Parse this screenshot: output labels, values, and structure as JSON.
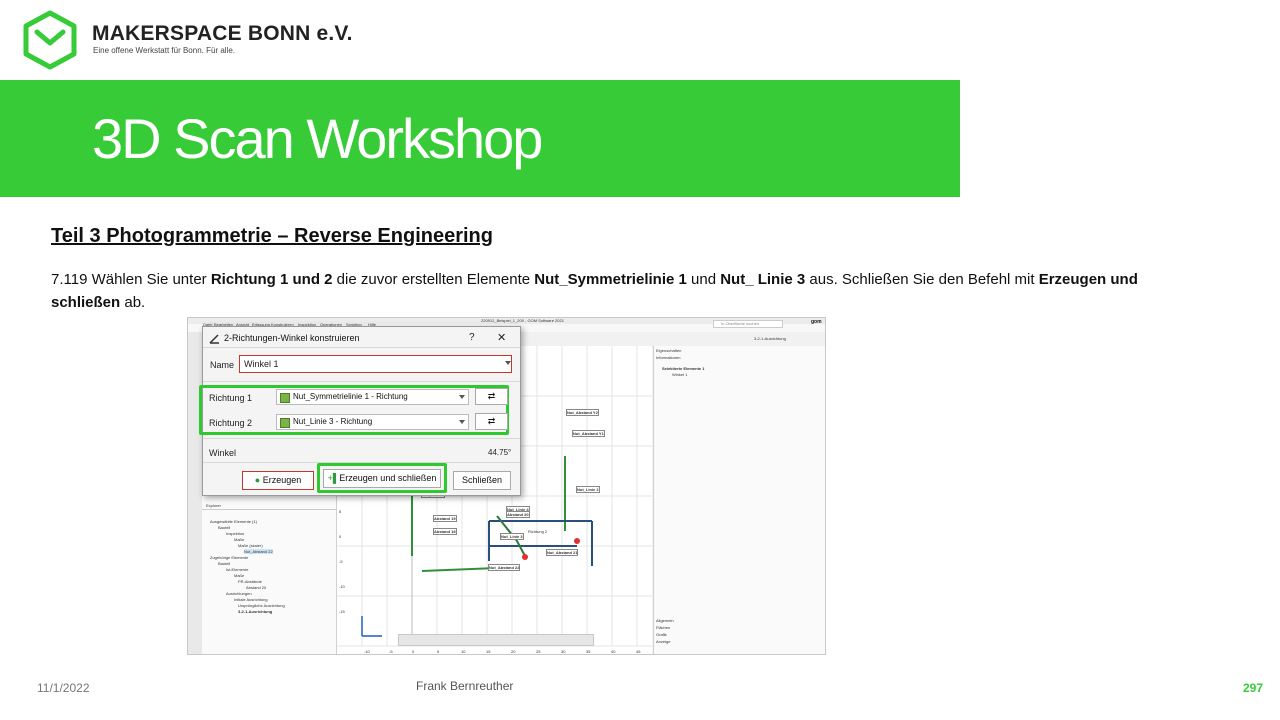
{
  "header": {
    "org_name": "MAKERSPACE BONN e.V.",
    "org_tagline": "Eine offene Werkstatt für Bonn. Für alle."
  },
  "banner": {
    "title": "3D Scan Workshop"
  },
  "section": {
    "heading": "Teil 3  Photogrammetrie  – Reverse Engineering"
  },
  "instruction": {
    "num": "7.119 Wählen Sie unter ",
    "b1": "Richtung 1 und 2",
    "t2": " die zuvor erstellten Elemente ",
    "b2": "Nut_Symmetrielinie 1",
    "t3": " und ",
    "b3": "Nut_ Linie 3",
    "t4": " aus. Schließen Sie den Befehl mit ",
    "b4": "Erzeugen und schließen",
    "t5": " ab."
  },
  "screenshot": {
    "window_title": "220912_Beispiel_1_200 - GOM Software 2021",
    "menu": [
      "Datei",
      "Bearbeiten",
      "Ansicht",
      "Erfassung",
      "Konstruieren",
      "Inspektion",
      "Operationen",
      "Scripting",
      "Hilfe"
    ],
    "search_placeholder": "In Oberfläche suchen",
    "brand": "gom",
    "alignment_label": "3-2-1-Ausrichtung",
    "right_panel_tabs": [
      "Eigenschaften",
      "Informationen"
    ],
    "right_tree": [
      "Selektierte Elemente 1",
      "Winkel 1"
    ],
    "right_bottom": [
      "Allgemein",
      "Flächen",
      "Grafik",
      "Anzeige"
    ],
    "explorer_tab": "Explorer",
    "tree": [
      "Ausgewählte Elemente (1)",
      "Bauteil",
      "Inspektion",
      "Maße",
      "Maße (skaler)",
      "Nut_Abstand 22",
      "Zugehörige Elemente",
      "Bauteil",
      "Ist-Elemente",
      "Maße",
      "PR-Abstände",
      "Abstand 20",
      "Ausrichtungen",
      "Initiale Ausrichtung",
      "Ursprüngliche Ausrichtung",
      "3-2-1-Ausrichtung"
    ],
    "labels": [
      {
        "title": "Nut_Linie 1"
      },
      {
        "title": "Nut_Linie 2"
      },
      {
        "title": "Nut_Linie 3"
      },
      {
        "title": "Nut_Linie 4"
      },
      {
        "title": "Abstand 19"
      },
      {
        "title": "Abstand 20"
      },
      {
        "title": "Abstand 18"
      },
      {
        "title": "Richtung 2"
      },
      {
        "title": "Nut_Abstand 21"
      },
      {
        "title": "Nut_Abstand 22"
      },
      {
        "title": "Nut_Abstand Y2"
      },
      {
        "title": "Nut_Abstand Y1"
      }
    ],
    "axis_ticks_x": [
      "-10",
      "-5",
      "0",
      "5",
      "10",
      "15",
      "20",
      "25",
      "30",
      "35",
      "40",
      "45"
    ],
    "axis_ticks_y": [
      "5",
      "0",
      "-5",
      "-10",
      "-15"
    ]
  },
  "dialog": {
    "title": "2-Richtungen-Winkel konstruieren",
    "help": "?",
    "close": "✕",
    "name_label": "Name",
    "name_value": "Winkel 1",
    "dir1_label": "Richtung 1",
    "dir1_value": "Nut_Symmetrielinie 1 - Richtung",
    "dir2_label": "Richtung 2",
    "dir2_value": "Nut_Linie 3 - Richtung",
    "angle_label": "Winkel",
    "angle_value": "44.75°",
    "btn_create": "Erzeugen",
    "btn_create_close": "Erzeugen und schließen",
    "btn_close": "Schließen"
  },
  "footer": {
    "date": "11/1/2022",
    "author": "Frank Bernreuther",
    "page": "297"
  },
  "colors": {
    "brand_green": "#37cb37",
    "highlight_green": "#2fc92f",
    "white": "#ffffff"
  }
}
